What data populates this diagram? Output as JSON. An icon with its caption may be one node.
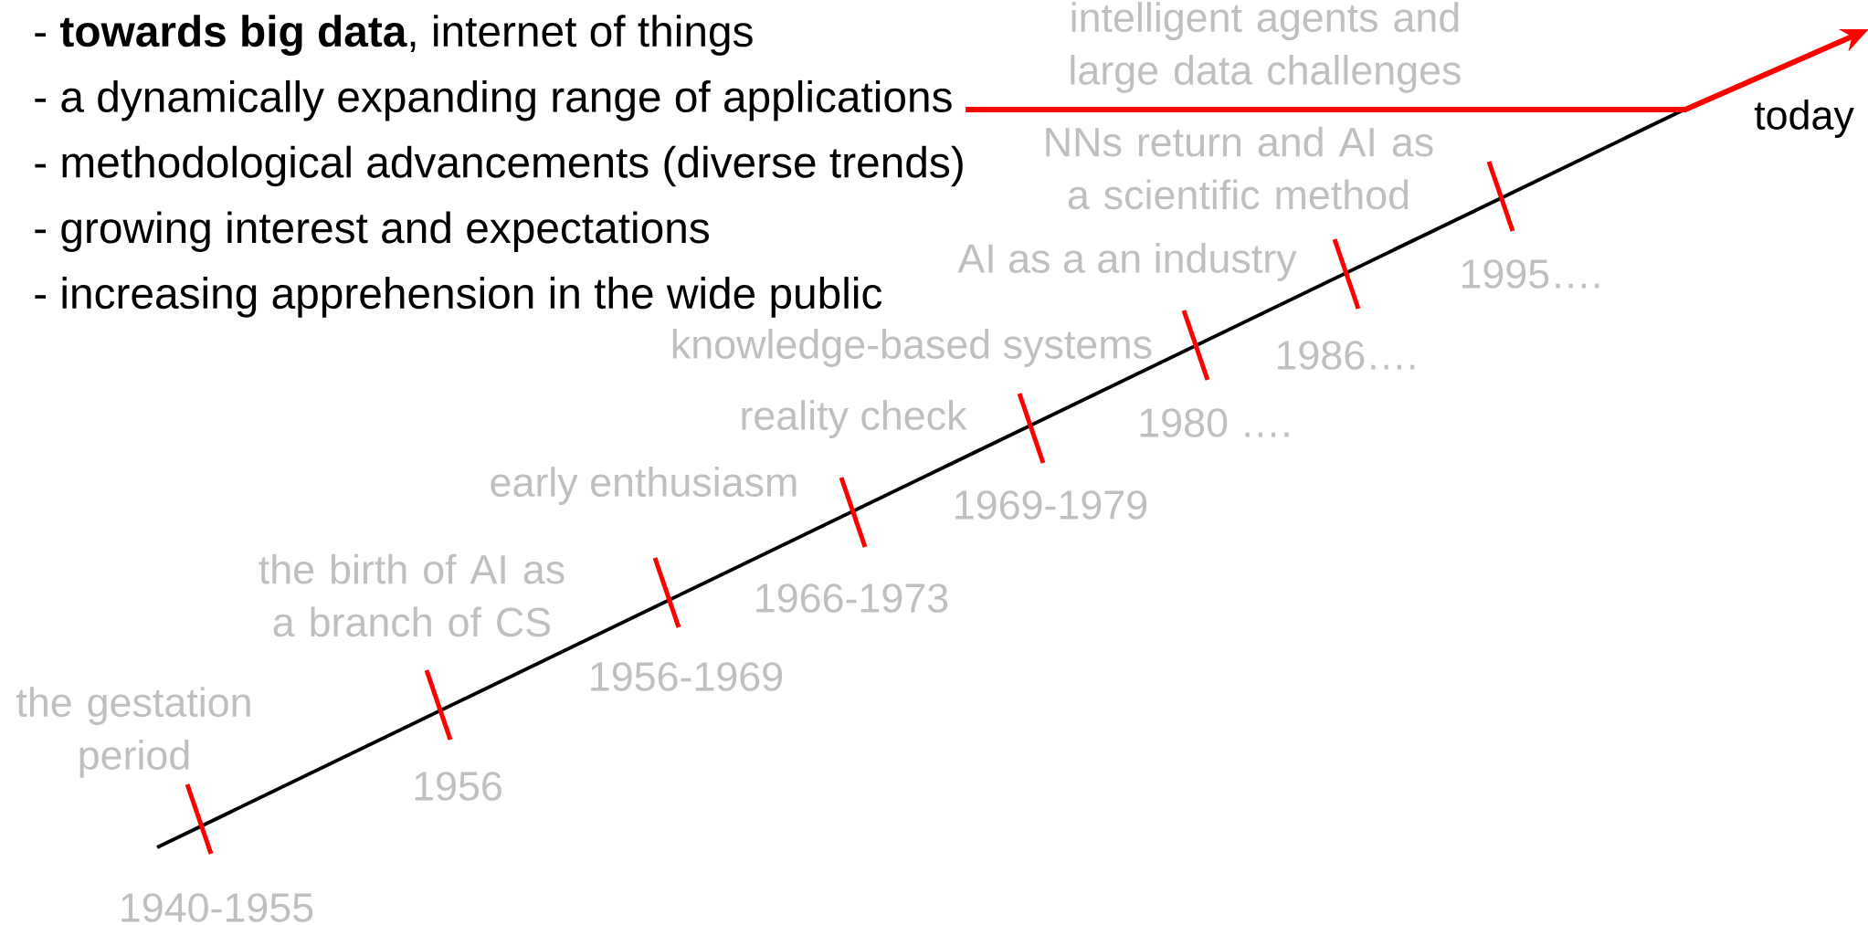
{
  "diagram": {
    "nodes": [
      {
        "text": [
          "- **towards big data**, internet of things",
          "- a dynamically expanding range of applications",
          "- methodological advancements (diverse trends)",
          "- growing interest and expectations",
          "- increasing apprehension in the wide public"
        ]
      },
      {
        "text": [
          "today"
        ]
      }
    ],
    "edges": [
      {
        "from": 0,
        "to": 1,
        "arrow": "to",
        "color": "#ff0000"
      }
    ],
    "labels": [
      "intelligent agents and large data challenges",
      "NNs return and AI as a scientific method",
      "1995….",
      "AI as a an industry",
      "knowledge-based systems",
      "1986….",
      "reality check",
      "1980 ….",
      "early enthusiasm",
      "1969-1979",
      "the birth of AI as a branch of CS",
      "1966-1973",
      "1956-1969",
      "the gestation period",
      "1956",
      "1940-1955"
    ]
  }
}
